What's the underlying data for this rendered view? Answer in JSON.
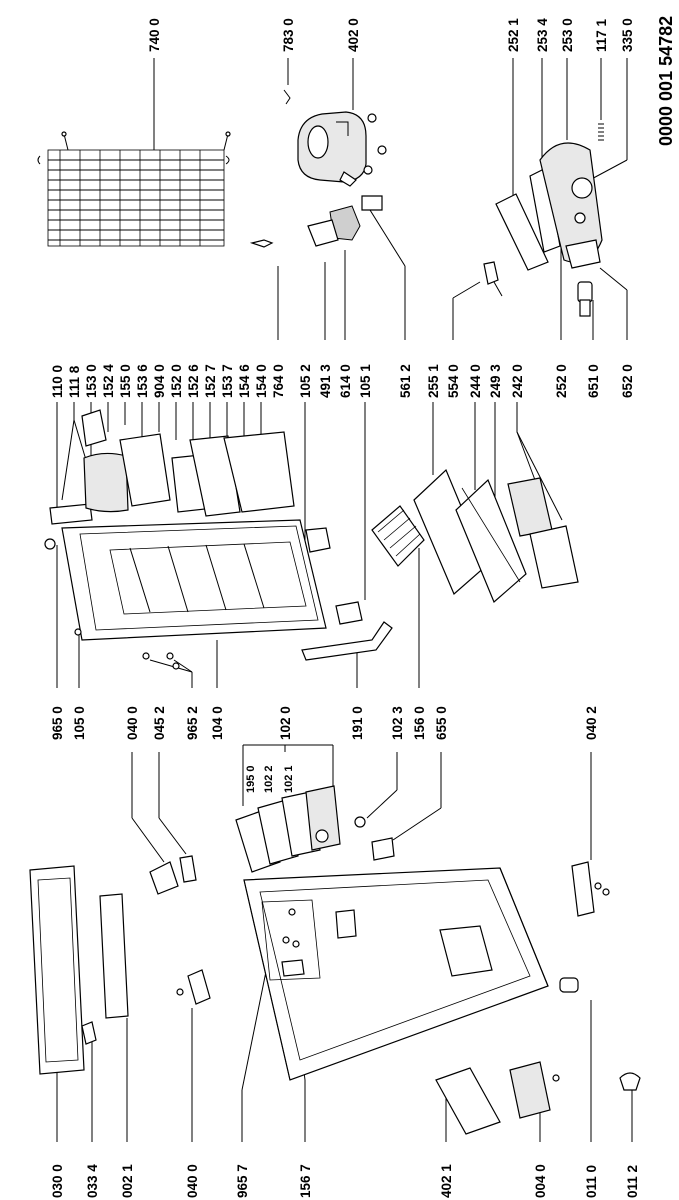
{
  "document_number": "0000 001 54782",
  "bottom_labels": [
    {
      "id": "l-0300",
      "text": "030 0"
    },
    {
      "id": "l-0334",
      "text": "033 4"
    },
    {
      "id": "l-0021",
      "text": "002 1"
    },
    {
      "id": "l-0400b",
      "text": "040 0"
    },
    {
      "id": "l-9657",
      "text": "965 7"
    },
    {
      "id": "l-1567",
      "text": "156 7"
    },
    {
      "id": "l-4021",
      "text": "402 1"
    },
    {
      "id": "l-0040",
      "text": "004 0"
    },
    {
      "id": "l-0110",
      "text": "011 0"
    },
    {
      "id": "l-0112",
      "text": "011 2"
    }
  ],
  "middle_labels": [
    {
      "id": "l-9650",
      "text": "965 0"
    },
    {
      "id": "l-1050",
      "text": "105 0"
    },
    {
      "id": "l-0400a",
      "text": "040 0"
    },
    {
      "id": "l-0452",
      "text": "045 2"
    },
    {
      "id": "l-9652",
      "text": "965 2"
    },
    {
      "id": "l-1040",
      "text": "104 0"
    },
    {
      "id": "l-1020",
      "text": "102 0"
    },
    {
      "id": "l-1910",
      "text": "191 0"
    },
    {
      "id": "l-1023",
      "text": "102 3"
    },
    {
      "id": "l-1560",
      "text": "156 0"
    },
    {
      "id": "l-6550",
      "text": "655 0"
    },
    {
      "id": "l-0402",
      "text": "040 2"
    },
    {
      "id": "l-1950",
      "text": "195 0"
    },
    {
      "id": "l-1022",
      "text": "102 2"
    },
    {
      "id": "l-1021",
      "text": "102 1"
    }
  ],
  "top_labels": [
    {
      "id": "l-1100",
      "text": "110 0"
    },
    {
      "id": "l-1118",
      "text": "111 8"
    },
    {
      "id": "l-1530",
      "text": "153 0"
    },
    {
      "id": "l-1524",
      "text": "152 4"
    },
    {
      "id": "l-1550",
      "text": "155 0"
    },
    {
      "id": "l-1536",
      "text": "153 6"
    },
    {
      "id": "l-9040",
      "text": "904 0"
    },
    {
      "id": "l-1520",
      "text": "152 0"
    },
    {
      "id": "l-1526",
      "text": "152 6"
    },
    {
      "id": "l-1527",
      "text": "152 7"
    },
    {
      "id": "l-1537",
      "text": "153 7"
    },
    {
      "id": "l-1546",
      "text": "154 6"
    },
    {
      "id": "l-1540",
      "text": "154 0"
    },
    {
      "id": "l-7640",
      "text": "764 0"
    },
    {
      "id": "l-1052",
      "text": "105 2"
    },
    {
      "id": "l-4913",
      "text": "491 3"
    },
    {
      "id": "l-6140",
      "text": "614 0"
    },
    {
      "id": "l-1051",
      "text": "105 1"
    },
    {
      "id": "l-5612",
      "text": "561 2"
    },
    {
      "id": "l-2551",
      "text": "255 1"
    },
    {
      "id": "l-5540",
      "text": "554 0"
    },
    {
      "id": "l-2440",
      "text": "244 0"
    },
    {
      "id": "l-2493",
      "text": "249 3"
    },
    {
      "id": "l-2420",
      "text": "242 0"
    },
    {
      "id": "l-2520",
      "text": "252 0"
    },
    {
      "id": "l-6510",
      "text": "651 0"
    },
    {
      "id": "l-6520",
      "text": "652 0"
    }
  ],
  "upper_labels": [
    {
      "id": "l-7400",
      "text": "740 0"
    },
    {
      "id": "l-7830",
      "text": "783 0"
    },
    {
      "id": "l-4020",
      "text": "402 0"
    },
    {
      "id": "l-2521",
      "text": "252 1"
    },
    {
      "id": "l-2534",
      "text": "253 4"
    },
    {
      "id": "l-2530",
      "text": "253 0"
    },
    {
      "id": "l-1171",
      "text": "117 1"
    },
    {
      "id": "l-3350",
      "text": "335 0"
    }
  ]
}
